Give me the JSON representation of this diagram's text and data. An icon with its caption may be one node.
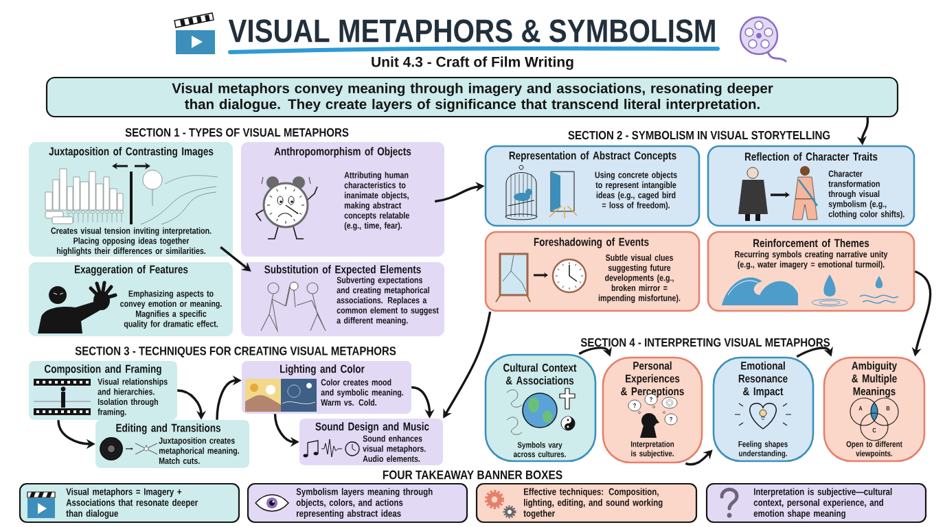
{
  "diagram": {
    "title": "VISUAL METAPHORS & SYMBOLISM",
    "nodes": [
      {
        "text": [
          "Visual metaphors convey meaning through imagery and associations, resonating deeper than dialogue. They create layers of significance that transcend literal interpretation."
        ]
      },
      {
        "text": [
          "Juxtaposition of Contrasting Images",
          "Creates visual tension inviting interpretation. Placing opposing ideas together highlights their differences or similarities."
        ]
      },
      {
        "text": [
          "Anthropomorphism of Objects",
          "Attributing human characteristics to inanimate objects, making abstract concepts relatable (e.g., time, fear)."
        ]
      },
      {
        "text": [
          "Exaggeration of Features",
          "Emphasizing aspects to convey emotion or meaning. Magnifies a specific quality for dramatic effect."
        ]
      },
      {
        "text": [
          "Substitution of Expected Elements",
          "Subverting expectations and creating metaphorical associations. Replaces a common element to suggest a different meaning."
        ]
      },
      {
        "text": [
          "Representation of Abstract Concepts",
          "Using concrete objects to represent intangible ideas (e.g., caged bird = loss of freedom)."
        ]
      },
      {
        "text": [
          "Reflection of Character Traits",
          "Character transformation through visual symbolism (e.g., clothing color shifts)."
        ]
      },
      {
        "text": [
          "Foreshadowing of Events",
          "Subtle visual clues suggesting future developments (e.g., broken mirror = impending misfortune)."
        ]
      },
      {
        "text": [
          "Reinforcement of Themes",
          "Recurring symbols creating narrative unity (e.g., water imagery = emotional turmoil)."
        ]
      },
      {
        "text": [
          "Composition and Framing",
          "Visual relationships and hierarchies. Isolation through framing."
        ]
      },
      {
        "text": [
          "Editing and Transitions",
          "Juxtaposition creates metaphorical meaning. Match cuts."
        ]
      },
      {
        "text": [
          "Lighting and Color",
          "Color creates mood and symbolic meaning. Warm vs. Cold."
        ]
      },
      {
        "text": [
          "Sound Design and Music",
          "Sound enhances visual metaphors. Audio elements."
        ]
      },
      {
        "text": [
          "Cultural Context & Associations",
          "Symbols vary across cultures."
        ]
      },
      {
        "text": [
          "Personal Experiences & Perceptions",
          "Interpretation is subjective."
        ]
      },
      {
        "text": [
          "Emotional Resonance & Impact",
          "Feeling shapes understanding."
        ]
      },
      {
        "text": [
          "Ambiguity & Multiple Meanings",
          "Open to different viewpoints."
        ]
      },
      {
        "text": [
          "Visual metaphors = Imagery + Associations that resonate deeper than dialogue"
        ]
      },
      {
        "text": [
          "Symbolism layers meaning through objects, colors, and actions representing abstract ideas"
        ]
      },
      {
        "text": [
          "Effective techniques: Composition, lighting, editing, and sound working together"
        ]
      },
      {
        "text": [
          "Interpretation is subjective—cultural context, personal experience, and emotion shape meaning"
        ]
      }
    ],
    "edges": [
      {
        "from": 0,
        "to": 6,
        "arrow": "to"
      },
      {
        "from": 1,
        "to": 4,
        "arrow": "to"
      },
      {
        "from": 2,
        "to": 5,
        "arrow": "to"
      },
      {
        "from": 7,
        "to": 12,
        "arrow": "to"
      },
      {
        "from": 8,
        "to": 16,
        "arrow": "to"
      },
      {
        "from": 9,
        "to": 10,
        "arrow": "to"
      },
      {
        "from": 9,
        "to": 10,
        "arrow": "to"
      },
      {
        "from": 10,
        "to": 11,
        "arrow": "to"
      },
      {
        "from": 11,
        "to": 12,
        "arrow": "to"
      },
      {
        "from": 11,
        "to": 12,
        "arrow": "to"
      },
      {
        "from": 13,
        "to": 14,
        "arrow": "to"
      },
      {
        "from": 14,
        "to": 15,
        "arrow": "to"
      },
      {
        "from": 15,
        "to": 16,
        "arrow": "to"
      }
    ],
    "labels": [
      "Unit 4.3 - Craft of Film Writing",
      "SECTION 1 - TYPES OF VISUAL METAPHORS",
      "SECTION 2 - SYMBOLISM IN VISUAL STORYTELLING",
      "SECTION 3 - TECHNIQUES FOR CREATING VISUAL METAPHORS",
      "SECTION 4 - INTERPRETING VISUAL METAPHORS",
      "FOUR TAKEAWAY BANNER BOXES",
      "?",
      "?",
      "?",
      "A",
      "B",
      "C"
    ]
  }
}
